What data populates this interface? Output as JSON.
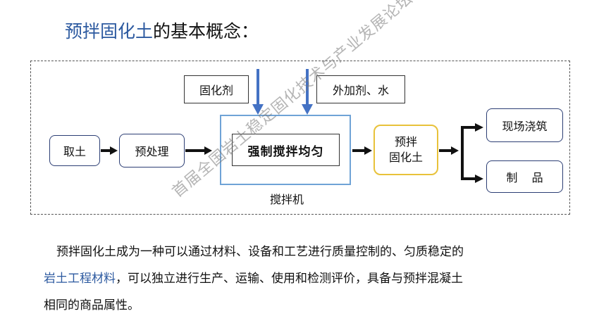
{
  "title": {
    "highlight": "预拌固化土",
    "rest": "的基本概念："
  },
  "diagram": {
    "source": "取土",
    "pretreat": "预处理",
    "additive1": "固化剂",
    "additive2": "外加剂、水",
    "mixer_process": "强制搅拌均匀",
    "mixer_label": "搅拌机",
    "product_line1": "预拌",
    "product_line2": "固化土",
    "output1": "现场浇筑",
    "output2": "制    品"
  },
  "paragraph": {
    "line1": "预拌固化土成为一种可以通过材料、设备和工艺进行质量控制的、匀质稳定的",
    "line2_highlight": "岩土工程材料",
    "line2_rest": "，可以独立进行生产、运输、使用和检测评价，具备与预拌混凝土",
    "line3": "相同的商品属性。"
  },
  "watermark": "首届全国岩土稳定固化技术与产业发展论坛",
  "colors": {
    "accent": "#2d5aa0",
    "box_border": "#2c3e74",
    "mixer_border": "#6fa3d6",
    "product_border": "#e8c23a",
    "arrow_blue": "#4472c4"
  }
}
